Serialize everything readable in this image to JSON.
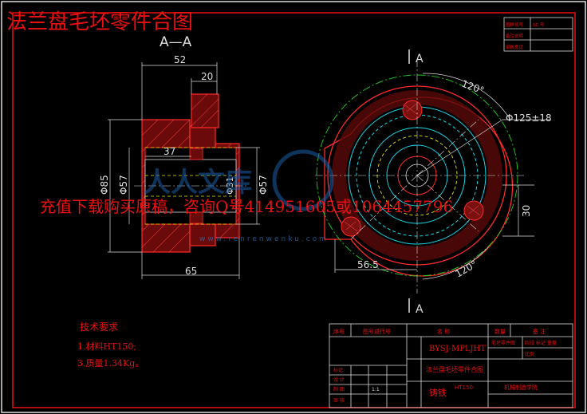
{
  "title": "法兰盘毛坯零件合图",
  "section_label": "A—A",
  "watermark_banner": "充值下载购买原稿，咨询Q号414951605或1064457796",
  "watermark_url": "www.renrenwenku.com",
  "section_view": {
    "dim_52": "52",
    "dim_20": "20",
    "dim_37": "37",
    "dim_65": "65",
    "dia_85": "Φ85",
    "dia_57_left": "Φ57",
    "dia_57_right": "Φ57",
    "dia_31": "Φ31"
  },
  "top_view": {
    "mark_a_top": "A",
    "mark_a_bottom": "A",
    "angle_top": "120°",
    "angle_bottom": "120°",
    "dia_125": "Φ125±18",
    "dim_56_5": "56.5",
    "dim_30": "30"
  },
  "tech_requirements": {
    "heading": "技术要求",
    "item1": "1.材料HT150;",
    "item2": "3.质量1.34Kg。"
  },
  "corner_table": {
    "r1c1": "图样代号",
    "r1c2": "SC 号",
    "r2c1": "备注说明",
    "r3c1": "审核意见"
  },
  "title_block": {
    "header_seq": "序号",
    "header_code": "图号或代号",
    "header_name": "名 称",
    "header_qty": "数量",
    "header_note": "备 注",
    "drawing_no": "BYSJ-MPLJHT",
    "part_name": "法兰盘毛坯零件合图",
    "material_label": "铸铁",
    "material": "HT150",
    "school": "机械制造学院",
    "stage": "阶段 标记 重量",
    "scale": "比例",
    "drawing_tag": "毛坯零件图",
    "row_labels": [
      "标记",
      "设 计",
      "制 图",
      "审 核"
    ],
    "scale_value": "1:1"
  }
}
